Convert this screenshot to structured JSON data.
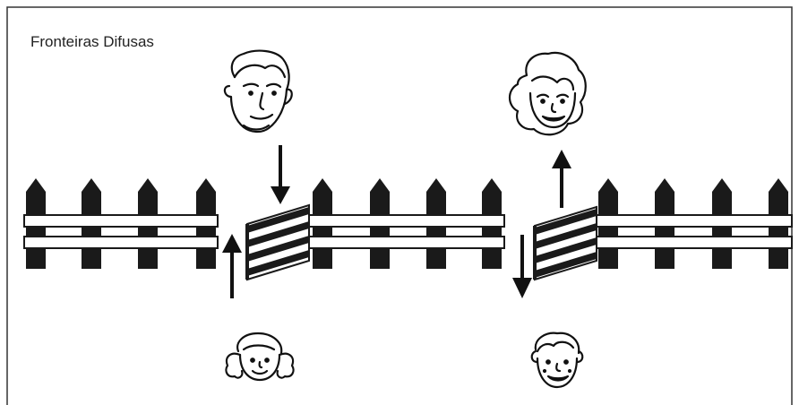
{
  "title": "Fronteiras Difusas",
  "colors": {
    "fence": "#1a1a1a",
    "rail": "#ffffff",
    "border": "#333333",
    "background": "#ffffff"
  },
  "fence_segments": [
    {
      "name": "fence-left"
    },
    {
      "name": "fence-middle"
    },
    {
      "name": "fence-right"
    }
  ],
  "gates": [
    {
      "name": "gate-left"
    },
    {
      "name": "gate-right"
    }
  ],
  "arrows": [
    {
      "name": "arrow-down-left",
      "direction": "down"
    },
    {
      "name": "arrow-up-left",
      "direction": "up"
    },
    {
      "name": "arrow-up-right",
      "direction": "up"
    },
    {
      "name": "arrow-down-right",
      "direction": "down"
    }
  ],
  "figures": [
    {
      "name": "man-face-icon"
    },
    {
      "name": "woman-face-icon"
    },
    {
      "name": "girl-face-icon"
    },
    {
      "name": "boy-face-icon"
    }
  ]
}
